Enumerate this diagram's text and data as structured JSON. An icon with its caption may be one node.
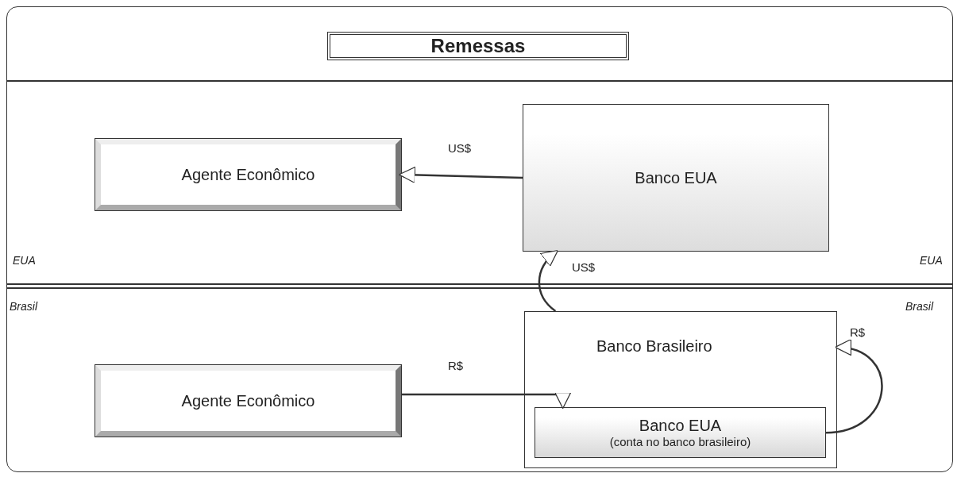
{
  "diagram": {
    "title": "Remessas",
    "nodes": [
      {
        "text": [
          "Agente Econômico"
        ]
      },
      {
        "text": [
          "Banco EUA"
        ]
      },
      {
        "text": [
          "Agente Econômico"
        ]
      },
      {
        "text": [
          "Banco Brasileiro"
        ]
      },
      {
        "text": [
          "Banco EUA",
          "(conta no banco brasileiro)"
        ],
        "in": 3
      }
    ],
    "edges": [
      {
        "from": 1,
        "to": 0,
        "arrow": "to",
        "label": "US$"
      },
      {
        "from": 3,
        "to": 1,
        "arrow": "to",
        "label": "US$"
      },
      {
        "from": 2,
        "to": 4,
        "arrow": "to",
        "label": "R$"
      },
      {
        "from": 4,
        "to": 3,
        "arrow": "to",
        "label": "R$"
      }
    ],
    "labels": [
      "EUA",
      "EUA",
      "Brasil",
      "Brasil"
    ]
  }
}
